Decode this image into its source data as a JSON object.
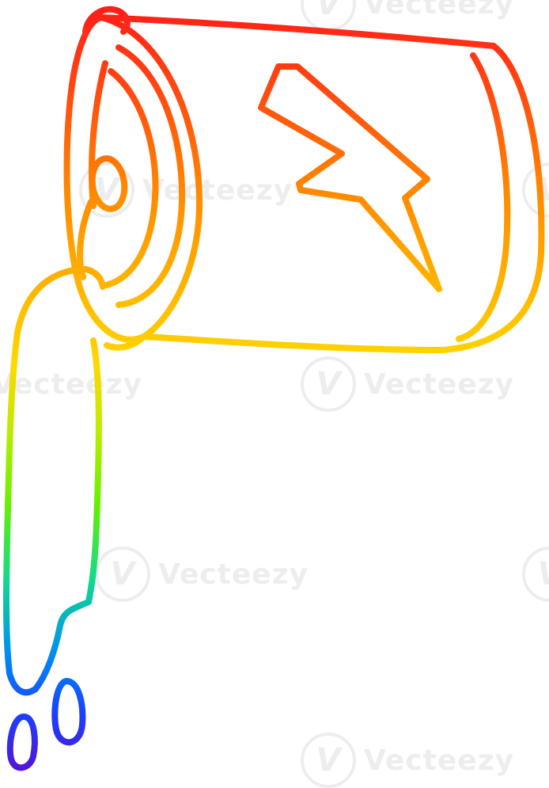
{
  "illustration": {
    "subject": "cartoon can pouring liquid",
    "emblem_icon": "lightning-bolt-icon",
    "style": "rainbow gradient line art",
    "gradient_colors": [
      "#ff1a1a",
      "#ff7a00",
      "#ffd000",
      "#7cf000",
      "#00c8a0",
      "#1a40ff",
      "#5a10d0"
    ]
  },
  "watermark": {
    "text": "Vecteezy",
    "badge_glyph": "V"
  }
}
